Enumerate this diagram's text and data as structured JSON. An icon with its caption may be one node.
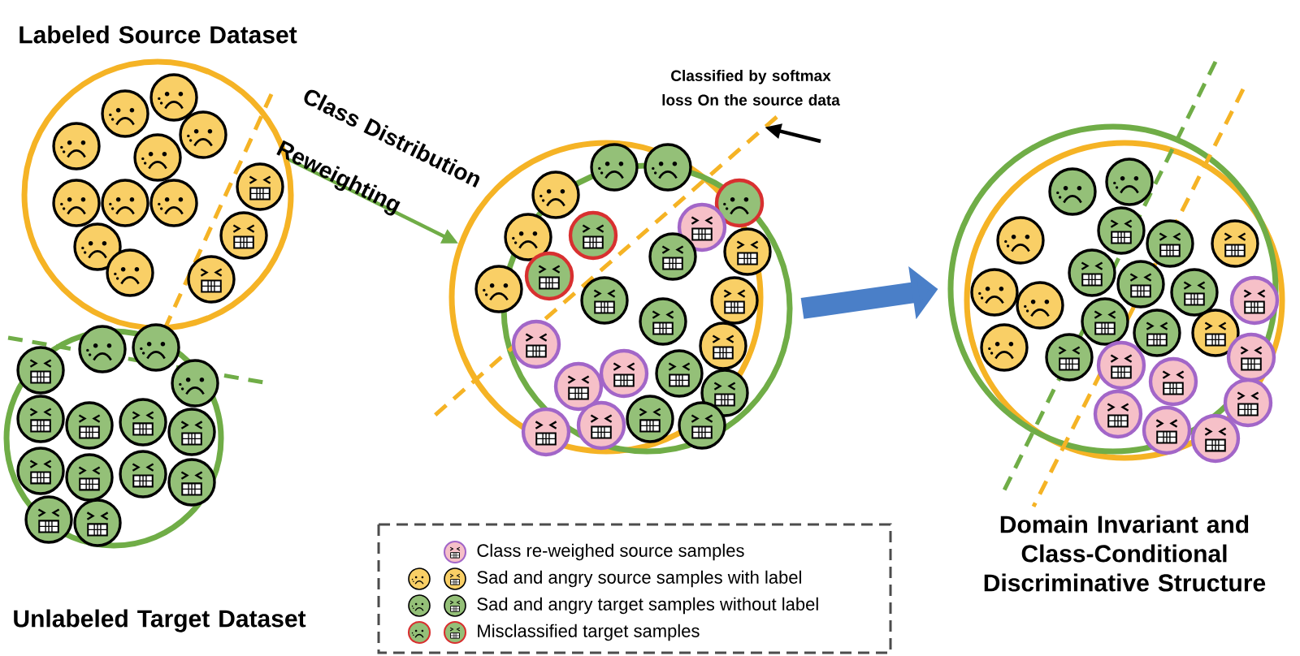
{
  "diagram": {
    "nodes": [
      {
        "text": [
          "Labeled Source Dataset"
        ]
      },
      {
        "text": [
          "Unlabeled Target Dataset"
        ]
      },
      {
        "text": [],
        "shape": "circle"
      },
      {
        "text": [],
        "shape": "circle"
      },
      {
        "text": [
          "Domain Invariant and Class-Conditional Discriminative Structure"
        ]
      },
      {
        "text": [],
        "shape": "circle"
      },
      {
        "text": [
          "Classified by softmax loss On the source data"
        ]
      },
      {
        "text": [],
        "shape": "line"
      }
    ],
    "edges": [
      {
        "from": 0,
        "to": 2,
        "arrow": "to",
        "label": "Class Distribution Reweighting",
        "color": "#70ad47"
      },
      {
        "from": 3,
        "to": 5,
        "arrow": "to",
        "style": "thick",
        "color": "#4a7fc8"
      },
      {
        "from": 6,
        "to": 7,
        "arrow": "to",
        "color": "#000000"
      }
    ],
    "legend": [
      {
        "text": "Class re-weighed source samples"
      },
      {
        "text": "Sad and angry source samples with label"
      },
      {
        "text": "Sad and angry target samples without label"
      },
      {
        "text": "Misclassified target samples"
      }
    ]
  }
}
